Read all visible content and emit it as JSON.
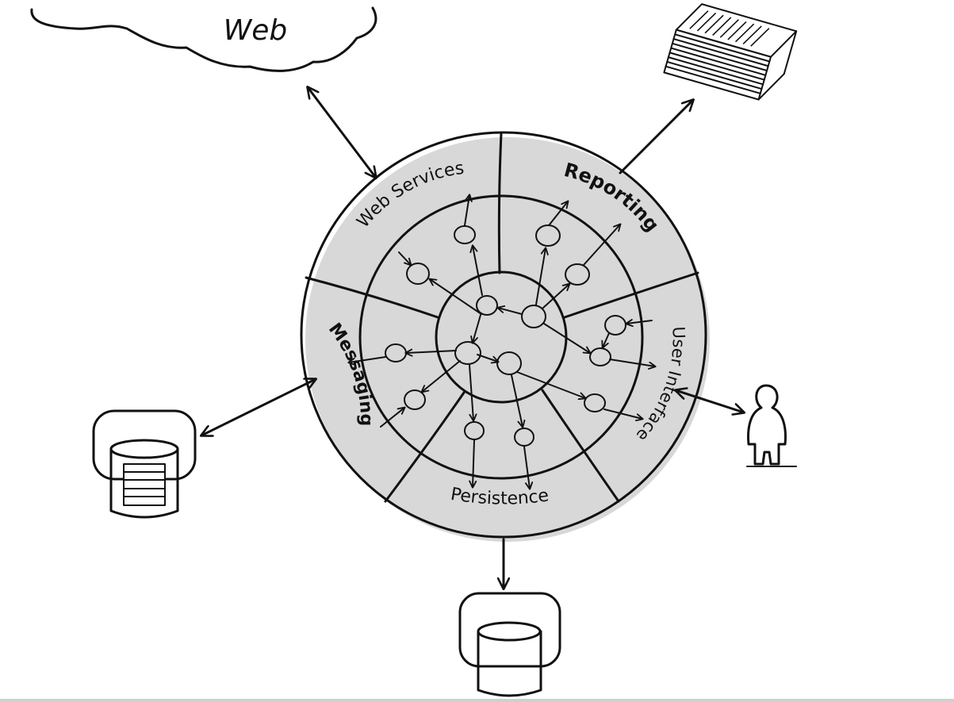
{
  "labels": {
    "cloud": "Web",
    "web_services": "Web Services",
    "reporting": "Reporting",
    "messaging": "Messaging",
    "user_interface": "User Interface",
    "persistence": "Persistence"
  },
  "colors": {
    "outer_ring": "#fdf1cf",
    "middle_ring": "#fbe3a8",
    "core": "#f8d774",
    "nodes": "#fbe0a0",
    "database_blue": "#9cc2f7",
    "database_green": "#a6f58a",
    "person": "#f7d3c3"
  },
  "icons": {
    "cloud": "cloud-icon",
    "reports": "document-stack-icon",
    "messaging_store": "database-icon",
    "persistence_store": "database-icon",
    "user": "person-icon"
  }
}
